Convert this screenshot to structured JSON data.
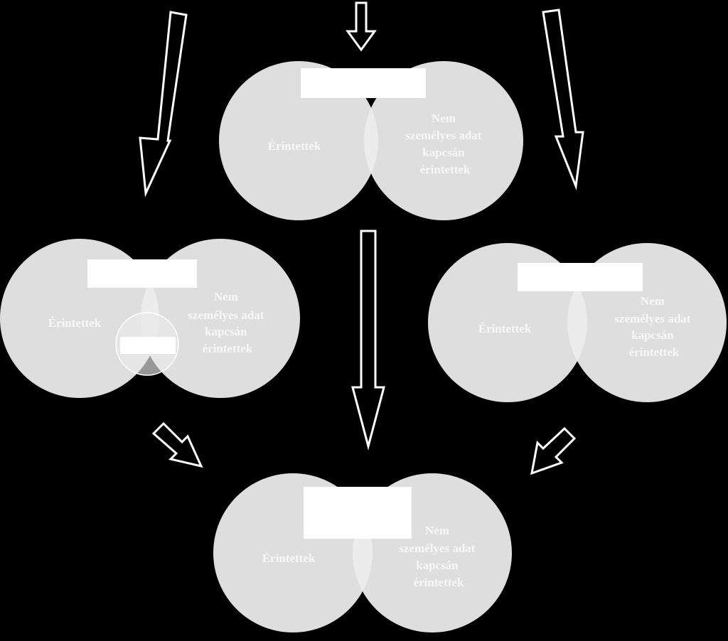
{
  "colors": {
    "background": "#000000",
    "circle_fill": "#dedede",
    "overlap_fill": "#ececec",
    "label_box": "#ffffff",
    "label_text": "#f7f7f7",
    "arrow_stroke": "#ffffff"
  },
  "diagrams": [
    {
      "id": "top",
      "left_label": "Érintettek",
      "right_label_lines": [
        "Nem",
        "személyes adat",
        "kapcsán",
        "érintettek"
      ]
    },
    {
      "id": "left",
      "left_label": "Érintettek",
      "right_label_lines": [
        "Nem",
        "személyes adat",
        "kapcsán",
        "érintettek"
      ]
    },
    {
      "id": "right",
      "left_label": "Érintettek",
      "right_label_lines": [
        "Nem",
        "személyes adat",
        "kapcsán",
        "érintettek"
      ]
    },
    {
      "id": "bottom",
      "left_label": "Érintettek",
      "right_label_lines": [
        "Nem",
        "személyes adat",
        "kapcsán",
        "érintettek"
      ]
    }
  ]
}
